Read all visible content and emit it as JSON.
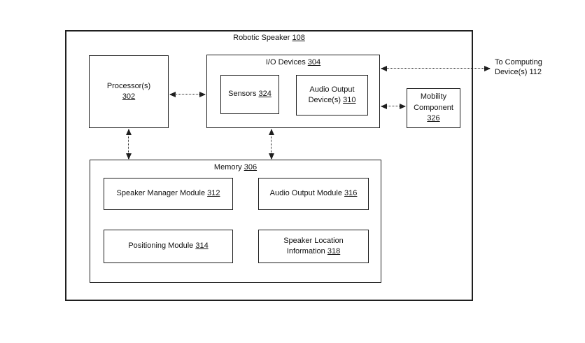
{
  "figure": {
    "title": {
      "label": "Robotic Speaker",
      "ref": "108"
    },
    "processor": {
      "label": "Processor(s)",
      "ref": "302"
    },
    "io_devices": {
      "label": "I/O Devices",
      "ref": "304"
    },
    "sensors": {
      "label": "Sensors",
      "ref": "324"
    },
    "audio_output_devices": {
      "label": "Audio Output Device(s)",
      "ref": "310"
    },
    "mobility_component": {
      "label": "Mobility Component",
      "ref": "326"
    },
    "memory": {
      "label": "Memory",
      "ref": "306"
    },
    "speaker_manager_module": {
      "label": "Speaker Manager Module",
      "ref": "312"
    },
    "audio_output_module": {
      "label": "Audio Output Module",
      "ref": "316"
    },
    "positioning_module": {
      "label": "Positioning Module",
      "ref": "314"
    },
    "speaker_location_information": {
      "label": "Speaker Location Information",
      "ref": "318"
    },
    "external_label": "To Computing Device(s) 112",
    "connections": [
      {
        "from": "processor-302",
        "to": "io-devices-304",
        "style": "double-arrow-dotted"
      },
      {
        "from": "processor-302",
        "to": "memory-306",
        "style": "double-arrow-dotted"
      },
      {
        "from": "io-devices-304",
        "to": "memory-306",
        "style": "double-arrow-dotted"
      },
      {
        "from": "io-devices-304",
        "to": "computing-devices-112",
        "style": "double-arrow-dotted"
      },
      {
        "from": "io-devices-304",
        "to": "mobility-component-326",
        "style": "double-arrow-dotted"
      }
    ],
    "colors": {
      "line": "#1f1f1f",
      "background": "#ffffff",
      "text": "#111111"
    }
  }
}
